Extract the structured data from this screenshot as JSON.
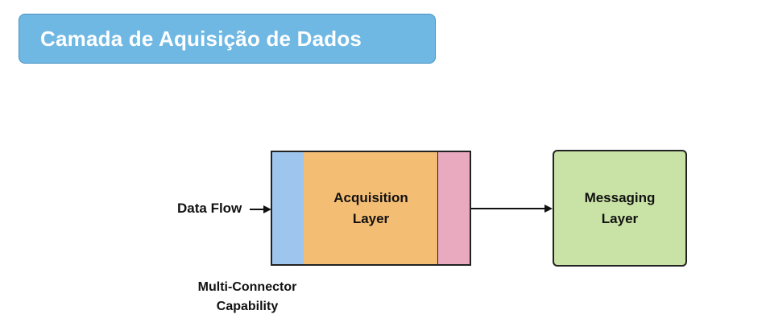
{
  "title": "Camada de Aquisição de Dados",
  "diagram": {
    "data_flow_label": "Data Flow",
    "acquisition_layer_label": "Acquisition\nLayer",
    "messaging_layer_label": "Messaging\nLayer",
    "multi_connector_label": "Multi-Connector\nCapability"
  },
  "colors": {
    "title_bg": "#6fb8e3",
    "connector_strip": "#9ec5ee",
    "acquisition_layer": "#f4bd74",
    "output_strip": "#e9a9be",
    "messaging_layer": "#c9e3a6"
  }
}
